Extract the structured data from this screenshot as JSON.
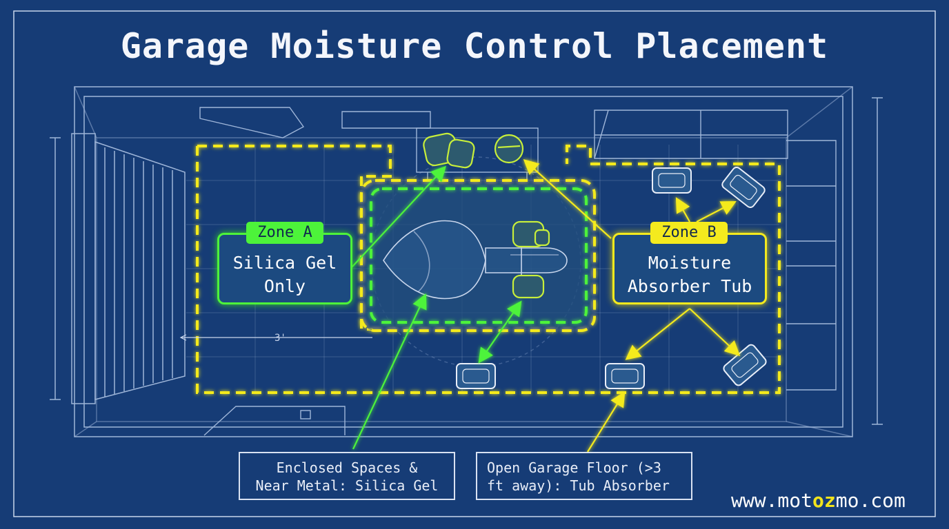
{
  "title": "Garage Moisture Control Placement",
  "zone_a": {
    "tag": "Zone A",
    "line1": "Silica Gel",
    "line2": "Only"
  },
  "zone_b": {
    "tag": "Zone B",
    "line1": "Moisture",
    "line2": "Absorber Tub"
  },
  "dimension_label": "3'",
  "legend": {
    "enclosed": {
      "line1": "Enclosed Spaces &",
      "line2": "Near Metal: Silica Gel"
    },
    "open_floor": {
      "line1": "Open Garage Floor (>3",
      "line2": "ft away): Tub Absorber"
    }
  },
  "website": {
    "prefix": "www.mot",
    "accent": "oz",
    "suffix": "mo.com"
  },
  "colors": {
    "background": "#163c76",
    "line": "#9fb6d9",
    "zone_a": "#4df33a",
    "zone_b": "#f4ea1e"
  },
  "icons": {
    "garage_door": "garage-door-icon",
    "motorcycle": "motorcycle-icon",
    "helmet": "helmet-icon",
    "gloves": "gloves-icon",
    "tub": "moisture-tub-icon"
  }
}
